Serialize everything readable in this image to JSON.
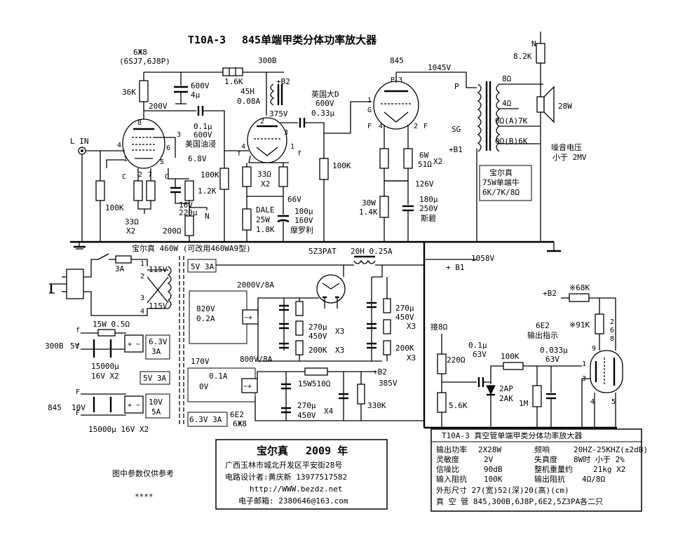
{
  "title": {
    "model": "T10A-3",
    "name": "845单端甲类分体功率放大器"
  },
  "driver_stage": {
    "tube_type": "6Ж8",
    "tube_alt": "(6SJ7,6J8P)",
    "r_plate": "36K",
    "cap_supply_v": "600V",
    "cap_supply_c": "4μ",
    "v_200": "200V",
    "r_1k6": "1.6K",
    "b2": "+B2",
    "coupling_c": "0.1μ",
    "coupling_v": "600V",
    "coupling_note": "美国油浸",
    "v_6_8": "6.8V",
    "r_grid": "100K",
    "r_cath": "1.2K",
    "cap_cath_v": "16V",
    "cap_cath_c": "220μ",
    "r_200": "200Ω",
    "n_label": "N",
    "r_33": "33Ω",
    "x2": "X2",
    "r_in": "100K",
    "input_label": "L IN",
    "pins": [
      "1",
      "2",
      "3",
      "4",
      "5",
      "6",
      "7",
      "8"
    ],
    "c_label": "C"
  },
  "stage_300b": {
    "tube": "300B",
    "choke": "45H",
    "choke_a": "0.08A",
    "v_375": "375V",
    "coupling_brand": "英国大D",
    "coupling_v": "600V",
    "coupling_c": "0.33μ",
    "r_grid": "100K",
    "r_fil": "33Ω",
    "x2": "X2",
    "v_66": "66V",
    "r_dale": "DALE",
    "r_dale_w": "25W",
    "r_dale_v": "1.8K",
    "cap_c": "100μ",
    "cap_v": "160V",
    "cap_brand": "摩罗利",
    "f_label": "f"
  },
  "output_stage": {
    "tube": "845",
    "v_plate": "1045V",
    "pin_p": "P",
    "pin_g": "G",
    "pin_f": "F",
    "pins": [
      "1",
      "2",
      "3",
      "4"
    ],
    "r_fil_w": "6W",
    "r_fil_v": "51Ω",
    "x2": "X2",
    "v_126": "126V",
    "r_cath_w": "30W",
    "r_cath_v": "1.4K",
    "cap_c": "180μ",
    "cap_v": "250V",
    "cap_brand": "斯碧",
    "transformer_p": "P",
    "transformer_sg": "SG",
    "transformer_b1": "+B1",
    "tap_8": "8Ω",
    "tap_4": "4Ω",
    "tap_0a": "0Ω(A)7K",
    "tap_0b": "0Ω(B)6K",
    "speaker_w": "28W",
    "r_nfb": "8.2K",
    "n_label": "N",
    "ot_brand": "宝尔真",
    "ot_spec": "75W单端牛",
    "ot_imp": "6K/7K/8Ω",
    "noise_label": "噪音电压",
    "noise_value": "小于 2MV"
  },
  "power_supply": {
    "transformer": "宝尔真 460W (可改用460WA9型)",
    "fuse": "3A",
    "v115a": "115V",
    "v115b": "115V",
    "pins": [
      "1",
      "2",
      "3",
      "4"
    ],
    "w_5v": "5V 3A",
    "w_2000": "2000V/8A",
    "w_820": "820V",
    "w_820a": "0.2A",
    "rect": "5Z3PAT",
    "choke": "20H 0.25A",
    "b1": "+ B1",
    "b1_v": "1058V",
    "cap_270a": "270μ",
    "cap_450a": "450V",
    "x3a": "X3",
    "cap_270b": "270μ",
    "cap_450b": "450V",
    "x3b": "X3",
    "r_200k_a": "200K",
    "x3c": "X3",
    "r_200k_b": "200K",
    "x3d": "X3",
    "fil_r": "15W 0.5Ω",
    "fil_300b": "300B",
    "fil_5v": "5V",
    "fil_out": "6.3V",
    "fil_out_a": "3A",
    "fil_cap": "15000μ",
    "fil_capv": "16V X2",
    "w_5v3a": "5V 3A",
    "fil_845": "845",
    "fil_10v": "10V",
    "fil_out2": "10V",
    "fil_out2_a": "5A",
    "fil_cap2": "15000μ 16V X2",
    "w_170": "170V",
    "w_01a": "0.1A",
    "w_0v": "0V",
    "w_800": "800V/8A",
    "r_15w": "15W510Ω",
    "b2": "+B2",
    "b2_v": "385V",
    "r_330k": "330K",
    "cap_270c": "270μ",
    "cap_450c": "450V",
    "x4": "X4",
    "w_63": "6.3V 3A",
    "w_6e2": "6E2",
    "w_6j8": "6Ж8",
    "f_label": "f",
    "F_label": "F"
  },
  "indicator": {
    "b2": "+B2",
    "r_68k": "※68K",
    "r_91k": "※91K",
    "tube": "6E2",
    "label": "输出指示",
    "tap": "接8Ω",
    "r_220": "220Ω",
    "r_56k": "5.6K",
    "c_01": "0.1μ",
    "c_01v": "63V",
    "diode": "2AP",
    "diode2": "2AK",
    "r_100k": "100K",
    "r_1m": "1M",
    "c_033": "0.033μ",
    "c_033v": "63V",
    "pins": [
      "9",
      "2",
      "6",
      "8",
      "1",
      "3",
      "4",
      "5"
    ]
  },
  "maker": {
    "brand": "宝尔真",
    "year": "2009 年",
    "address": "广西玉林市城北开发区平安街28号",
    "designer": "电路设计者:黄庆新  13977517582",
    "url": "http://WWW.bezdz.net",
    "email": "电子邮箱: 2380646@163.com"
  },
  "note": "图中参数仅供参考",
  "stars": "****",
  "spec_table": {
    "title": "T10A-3 真空管单端甲类分体功率放大器",
    "rows": [
      [
        "输出功率",
        "2X28W",
        "频响",
        "20HZ-25KHZ(±2dB)"
      ],
      [
        "灵敏度",
        "2V",
        "失真度",
        "8W时 小于 2%"
      ],
      [
        "信噪比",
        "90dB",
        "整机重量约",
        "21kg X2"
      ],
      [
        "输入阻抗",
        "100K",
        "输出阻抗",
        "4Ω/8Ω"
      ]
    ],
    "size": "外形尺寸  27(宽)52(深)20(高)(cm)",
    "tubes": "真 空 管  845,300B,6J8P,6E2,5Z3PA各二只"
  }
}
